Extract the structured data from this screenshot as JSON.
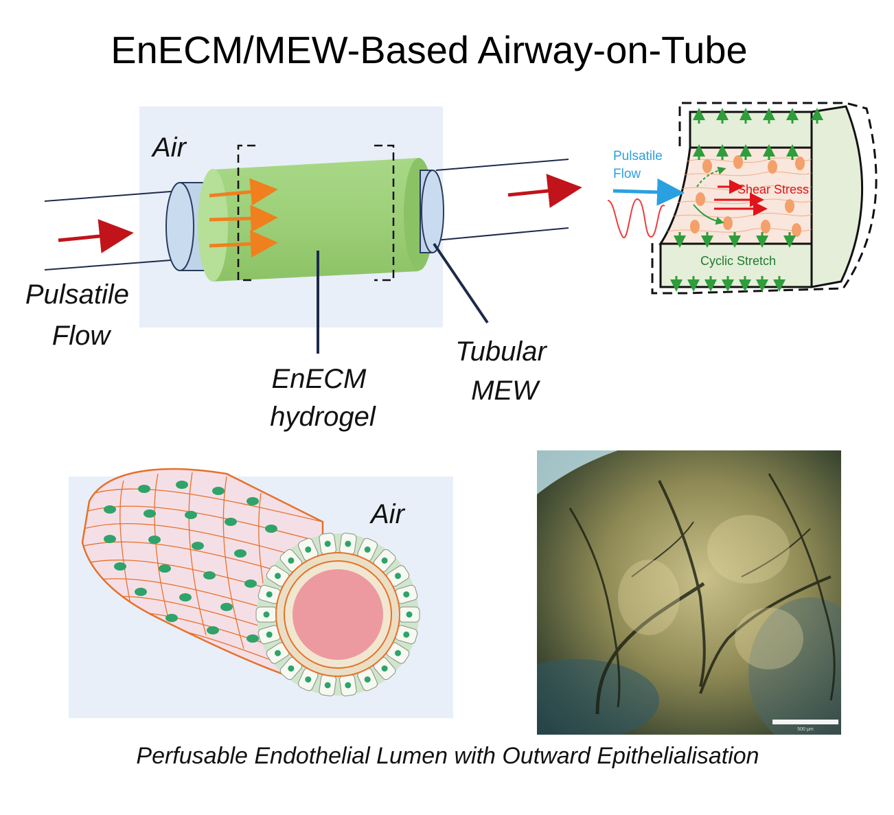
{
  "title": "EnECM/MEW-Based Airway-on-Tube",
  "top_diagram": {
    "air_label": "Air",
    "flow_label_line1": "Pulsatile",
    "flow_label_line2": "Flow",
    "hydrogel_label_line1": "EnECM",
    "hydrogel_label_line2": "hydrogel",
    "mew_label_line1": "Tubular",
    "mew_label_line2": "MEW"
  },
  "inset": {
    "flow_label_line1": "Pulsatile",
    "flow_label_line2": "Flow",
    "shear_label": "Shear Stress",
    "stretch_label": "Cyclic Stretch"
  },
  "bottom_diagram": {
    "air_label": "Air"
  },
  "micrograph": {
    "scale_bar_label": "500 μm"
  },
  "caption": "Perfusable Endothelial Lumen with Outward Epithelialisation",
  "colors": {
    "hydrogel": "#9dcf78",
    "air_panel": "#e8eff8",
    "flow_arrow": "#c0141a",
    "shear_arrow": "#f07f1e",
    "stretch_arrow": "#2e9d3a",
    "inset_flow": "#2aa0e0",
    "endothelium": "#e6702a",
    "lumen": "#ec9aa0",
    "nucleus": "#2fa36a"
  }
}
